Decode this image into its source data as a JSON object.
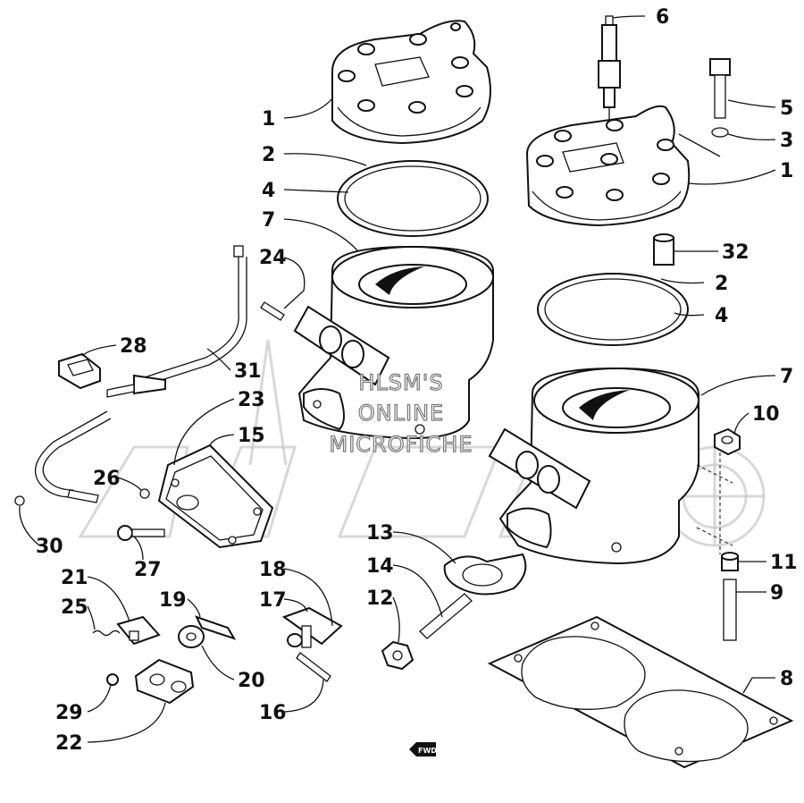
{
  "watermark": {
    "lines": [
      "HLSM'S",
      "ONLINE",
      "MICROFICHE"
    ],
    "logo": "arctic-cat-logo-watermark"
  },
  "fwd_label": "FWD",
  "callouts": [
    {
      "id": "c1a",
      "label": "1"
    },
    {
      "id": "c2a",
      "label": "2"
    },
    {
      "id": "c4a",
      "label": "4"
    },
    {
      "id": "c7a",
      "label": "7"
    },
    {
      "id": "c24",
      "label": "24"
    },
    {
      "id": "c6",
      "label": "6"
    },
    {
      "id": "c5",
      "label": "5"
    },
    {
      "id": "c3",
      "label": "3"
    },
    {
      "id": "c1b",
      "label": "1"
    },
    {
      "id": "c32",
      "label": "32"
    },
    {
      "id": "c2b",
      "label": "2"
    },
    {
      "id": "c4b",
      "label": "4"
    },
    {
      "id": "c7b",
      "label": "7"
    },
    {
      "id": "c10",
      "label": "10"
    },
    {
      "id": "c11",
      "label": "11"
    },
    {
      "id": "c9",
      "label": "9"
    },
    {
      "id": "c8",
      "label": "8"
    },
    {
      "id": "c28",
      "label": "28"
    },
    {
      "id": "c31",
      "label": "31"
    },
    {
      "id": "c23",
      "label": "23"
    },
    {
      "id": "c15",
      "label": "15"
    },
    {
      "id": "c26",
      "label": "26"
    },
    {
      "id": "c30",
      "label": "30"
    },
    {
      "id": "c27",
      "label": "27"
    },
    {
      "id": "c13",
      "label": "13"
    },
    {
      "id": "c14",
      "label": "14"
    },
    {
      "id": "c12",
      "label": "12"
    },
    {
      "id": "c21",
      "label": "21"
    },
    {
      "id": "c25",
      "label": "25"
    },
    {
      "id": "c19",
      "label": "19"
    },
    {
      "id": "c20",
      "label": "20"
    },
    {
      "id": "c18",
      "label": "18"
    },
    {
      "id": "c17",
      "label": "17"
    },
    {
      "id": "c16",
      "label": "16"
    },
    {
      "id": "c29",
      "label": "29"
    },
    {
      "id": "c22",
      "label": "22"
    }
  ]
}
